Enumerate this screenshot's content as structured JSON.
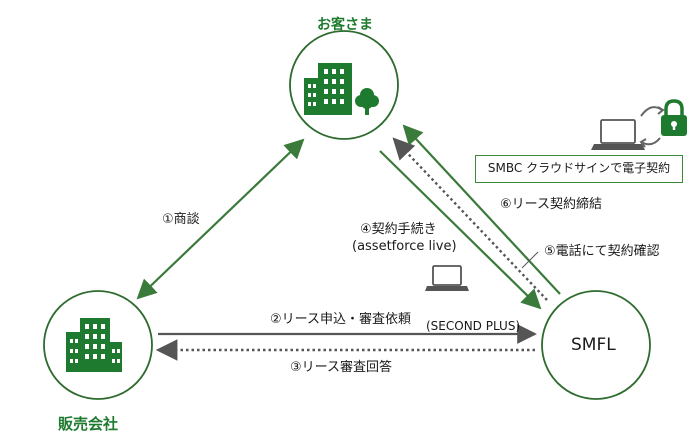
{
  "nodes": {
    "customer": {
      "label": "お客さま"
    },
    "dealer": {
      "label": "販売会社"
    },
    "smfl": {
      "label": "SMFL"
    }
  },
  "edges": {
    "negotiation": {
      "label": "①商談"
    },
    "application": {
      "label": "②リース申込・審査依頼",
      "sublabel": "(SECOND PLUS)"
    },
    "review_reply": {
      "label": "③リース審査回答"
    },
    "contract_procedure": {
      "label": "④契約手続き",
      "sublabel": "(assetforce live)"
    },
    "phone_confirm": {
      "label": "⑤電話にて契約確認"
    },
    "lease_contract": {
      "label": "⑥リース契約締結"
    }
  },
  "callout": {
    "label": "SMBC クラウドサインで電子契約"
  },
  "icons": [
    "building-icon",
    "tree-icon",
    "laptop-icon",
    "lock-icon",
    "refresh-arrows-icon"
  ],
  "colors": {
    "green": "#1e7a2e",
    "dark_green": "#3a7a3a",
    "gray": "#555555"
  }
}
